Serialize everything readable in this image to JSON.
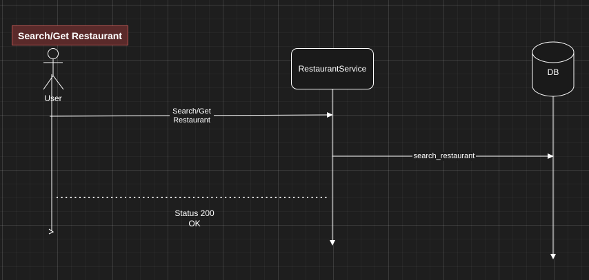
{
  "title": "Search/Get Restaurant",
  "participants": {
    "user": "User",
    "service": "RestaurantService",
    "db": "DB"
  },
  "messages": {
    "request_line1": "Search/Get",
    "request_line2": "Restaurant",
    "db_call": "search_restaurant",
    "response_line1": "Status 200",
    "response_line2": "OK"
  },
  "colors": {
    "background": "#1e1e1e",
    "title_fill": "#5a2a2a",
    "title_border": "#b85450",
    "line": "#ffffff"
  }
}
